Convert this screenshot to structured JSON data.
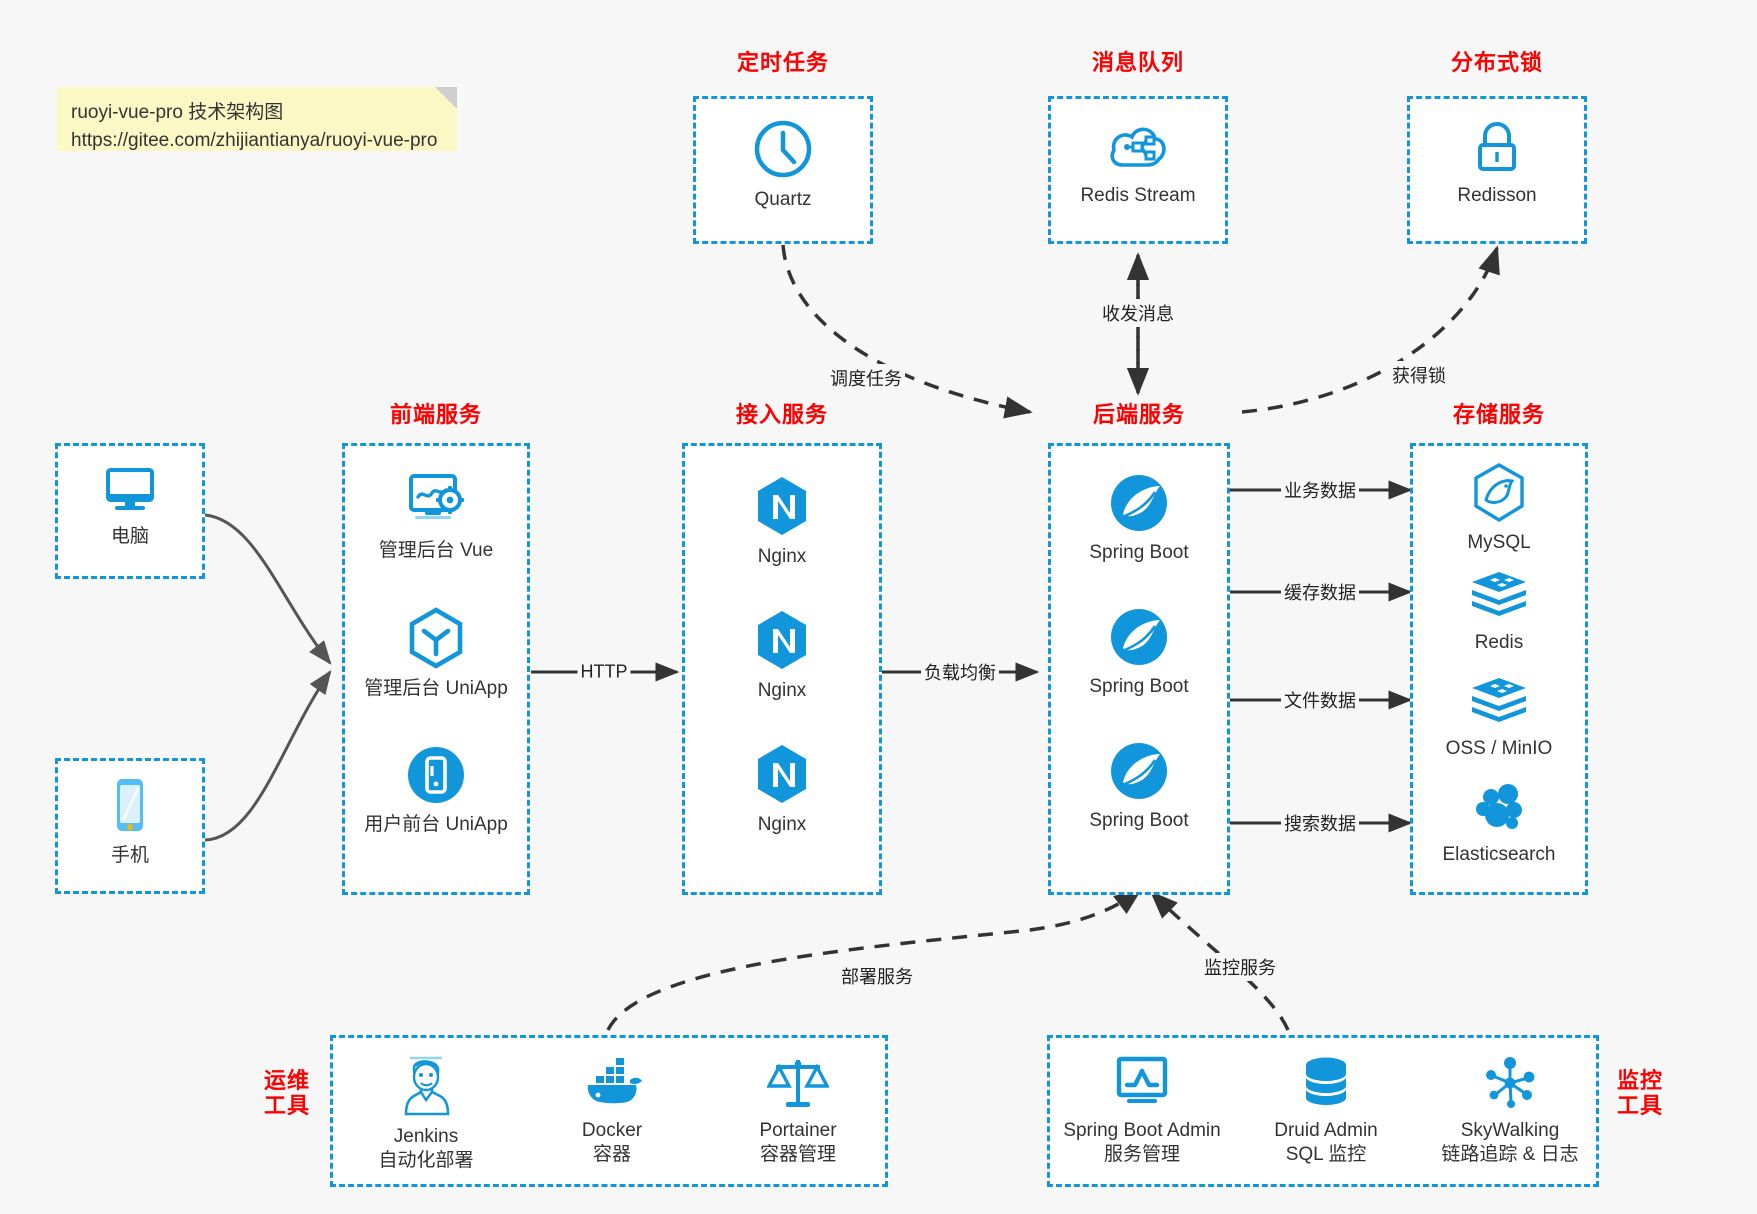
{
  "meta": {
    "background": "#f7f7f7",
    "accent_blue": "#1296DB",
    "header_red": "#FF0000",
    "note_yellow": "#FCF8C6"
  },
  "note": {
    "line1": "ruoyi-vue-pro 技术架构图",
    "line2": "https://gitee.com/zhijiantianya/ruoyi-vue-pro"
  },
  "groups": {
    "scheduler": {
      "title": "定时任务",
      "nodes": [
        {
          "label": "Quartz",
          "icon": "clock-icon"
        }
      ]
    },
    "mq": {
      "title": "消息队列",
      "nodes": [
        {
          "label": "Redis Stream",
          "icon": "cloud-stream-icon"
        }
      ]
    },
    "lock": {
      "title": "分布式锁",
      "nodes": [
        {
          "label": "Redisson",
          "icon": "lock-icon"
        }
      ]
    },
    "client_pc": {
      "title": "",
      "nodes": [
        {
          "label": "电脑",
          "icon": "desktop-icon"
        }
      ]
    },
    "client_mob": {
      "title": "",
      "nodes": [
        {
          "label": "手机",
          "icon": "phone-icon"
        }
      ]
    },
    "frontend": {
      "title": "前端服务",
      "nodes": [
        {
          "label": "管理后台 Vue",
          "icon": "dashboard-gear-icon"
        },
        {
          "label": "管理后台 UniApp",
          "icon": "hexagon-y-icon"
        },
        {
          "label": "用户前台 UniApp",
          "icon": "mobile-circle-icon"
        }
      ]
    },
    "gateway": {
      "title": "接入服务",
      "nodes": [
        {
          "label": "Nginx",
          "icon": "nginx-icon"
        },
        {
          "label": "Nginx",
          "icon": "nginx-icon"
        },
        {
          "label": "Nginx",
          "icon": "nginx-icon"
        }
      ]
    },
    "backend": {
      "title": "后端服务",
      "nodes": [
        {
          "label": "Spring Boot",
          "icon": "spring-leaf-icon"
        },
        {
          "label": "Spring Boot",
          "icon": "spring-leaf-icon"
        },
        {
          "label": "Spring Boot",
          "icon": "spring-leaf-icon"
        }
      ]
    },
    "storage": {
      "title": "存储服务",
      "nodes": [
        {
          "label": "MySQL",
          "icon": "mysql-dolphin-icon"
        },
        {
          "label": "Redis",
          "icon": "redis-stack-icon"
        },
        {
          "label": "OSS / MinIO",
          "icon": "redis-stack-icon"
        },
        {
          "label": "Elasticsearch",
          "icon": "elastic-cluster-icon"
        }
      ]
    },
    "devops": {
      "title": "运维\n工具",
      "title_l1": "运维",
      "title_l2": "工具",
      "nodes": [
        {
          "label": "Jenkins",
          "sub": "自动化部署",
          "icon": "jenkins-butler-icon"
        },
        {
          "label": "Docker",
          "sub": "容器",
          "icon": "docker-whale-icon"
        },
        {
          "label": "Portainer",
          "sub": "容器管理",
          "icon": "scales-icon"
        }
      ]
    },
    "monitor": {
      "title": "监控\n工具",
      "title_l1": "监控",
      "title_l2": "工具",
      "nodes": [
        {
          "label": "Spring Boot Admin",
          "sub": "服务管理",
          "icon": "monitor-chart-icon"
        },
        {
          "label": "Druid Admin",
          "sub": "SQL 监控",
          "icon": "database-icon"
        },
        {
          "label": "SkyWalking",
          "sub": "链路追踪 & 日志",
          "icon": "skywalking-node-icon"
        }
      ]
    }
  },
  "edges": [
    {
      "id": "e-http",
      "label": "HTTP"
    },
    {
      "id": "e-lb",
      "label": "负载均衡"
    },
    {
      "id": "e-sched",
      "label": "调度任务"
    },
    {
      "id": "e-mq",
      "label": "收发消息"
    },
    {
      "id": "e-lock",
      "label": "获得锁"
    },
    {
      "id": "e-biz",
      "label": "业务数据"
    },
    {
      "id": "e-cache",
      "label": "缓存数据"
    },
    {
      "id": "e-file",
      "label": "文件数据"
    },
    {
      "id": "e-search",
      "label": "搜索数据"
    },
    {
      "id": "e-deploy",
      "label": "部署服务"
    },
    {
      "id": "e-monitor",
      "label": "监控服务"
    }
  ]
}
